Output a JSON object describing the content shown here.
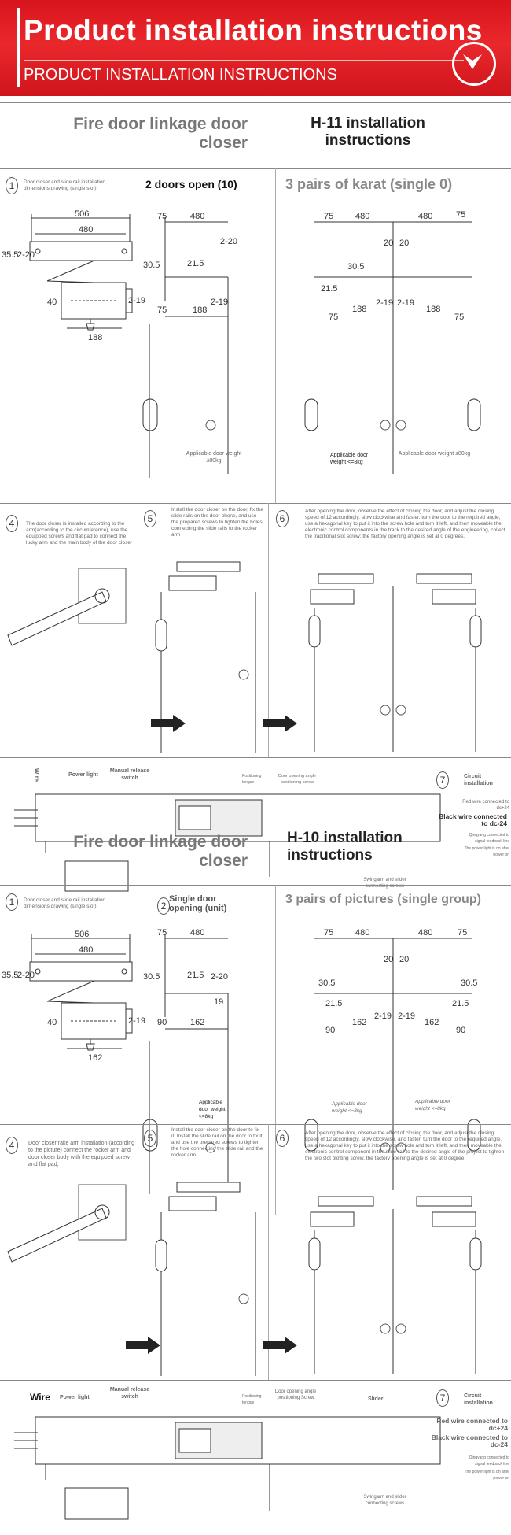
{
  "banner": {
    "title": "Product installation instructions",
    "subtitle": "PRODUCT  INSTALLATION INSTRUCTIONS",
    "icon": "chevron-down-icon"
  },
  "sections": [
    {
      "title_left": "Fire door linkage door closer",
      "title_right": "H-11 installation instructions",
      "step1_caption": "Door closer and slide rail installation dimensions drawing (single slot)",
      "step2_title": "2 doors open (10)",
      "step3_title": "3 pairs of karat (single 0)",
      "dims_step1": [
        "506",
        "480",
        "35.5",
        "2-20",
        "40",
        "2-19",
        "188"
      ],
      "dims_step2": [
        "75",
        "480",
        "2-20",
        "30.5",
        "21.5",
        "75",
        "188",
        "2-19"
      ],
      "dims_step3": [
        "75",
        "480",
        "480",
        "75",
        "20",
        "20",
        "30.5",
        "21.5",
        "2-19",
        "188",
        "2-19",
        "188",
        "75",
        "75"
      ],
      "step2_weight": "Applicable door weight ≤80kg",
      "step3_weight_left": "Applicable door weight <=8kg",
      "step3_weight_right": "Applicable door weight ≤80kg",
      "step4_caption": "The door closer is installed according to the arm(according to the circumference), use the equipped screws and flat pad to connect the lucky arm and the main body of the door closer",
      "step5_caption": "Install the door closer on the door, fix the slide rails on the door phone, and use the prepared screws to tighten the holes connecting the slide rails to the rocker arm",
      "step6_caption": "After opening the door, observe the effect of closing the door, and adjust the closing speed of 12 accordingly. slow clockwise and faster. turn the door to the required angle, use a hexagonal key to put it into the screw hole and turn it left, and then moveable the electronic control components in the track to the desired angle of the engineering, collect the traditional slot screw: the factory opening angle is set at 0 degrees.",
      "wire_label": "Wire",
      "power_light": "Power light",
      "manual_release": "Manual release switch",
      "positioning": "Positioning tongue",
      "door_opening": "Door opening angle positioning screw",
      "circuit": "Circuit installation",
      "red_wire": "Red wire connected to dc+24",
      "black_wire": "Black wire connected to dc-24",
      "signal": "Qingyang connected to signal feedback line",
      "power_note": "The power light is on after power on",
      "swingarm": "Swingarm and slider connecting screws"
    },
    {
      "title_left": "Fire door linkage door closer",
      "title_right": "H-10 installation instructions",
      "step1_caption": "Door closer and slide rail installation dimensions drawing (single slot)",
      "step2_title": "Single door opening (unit)",
      "step3_title": "3 pairs of pictures (single group)",
      "dims_step1": [
        "506",
        "480",
        "35.5",
        "2-20",
        "40",
        "2-19",
        "162"
      ],
      "dims_step2": [
        "75",
        "480",
        "30.5",
        "21.5",
        "2-20",
        "90",
        "162",
        "19"
      ],
      "dims_step3": [
        "75",
        "480",
        "480",
        "75",
        "20",
        "20",
        "30.5",
        "30.5",
        "21.5",
        "21.5",
        "2-19",
        "162",
        "2-19",
        "162",
        "90",
        "90"
      ],
      "step2_weight": "Applicable door weight <=8kg",
      "step3_weight_left": "Applicable door weight <=8kg",
      "step3_weight_right": "Applicable door weight <=8kg",
      "step4_caption": "Door closer rake arm installation (according to the picture) connect the rocker arm and door closer body with the equipped screw and flat pad,",
      "step5_caption": "Install the door closer on the door to fix it, Install the slide rail on the door to fix it, and use the prepared screws to tighten the hole connecting the slide rail and the rocker arm",
      "step6_caption": "After opening the door, observe the effect of closing the door, and adjust the closing speed of 12 accordingly. slow clockwise, and faster. turn the door to the required angle, use a hexagonal key to put it into the screw hole and turn it left, and then moveable the electronic control component in the slide rail to the desired angle of the project to tighten the two slot blotting screw. the factory opening angle is set at 0 degree.",
      "wire_label": "Wire",
      "power_light": "Power light",
      "manual_release": "Manual release switch",
      "positioning": "Positioning tongue",
      "door_opening": "Door opening angle positioning Screw",
      "slider": "Slider",
      "circuit": "Circuit installation",
      "red_wire": "Red wire connected to dc+24",
      "black_wire": "Black wire connected to dc-24",
      "signal": "Qingyang connected to signal feedback line",
      "power_note": "The power light is on after power on",
      "swingarm": "Swingarm and slider connecting screws"
    }
  ]
}
